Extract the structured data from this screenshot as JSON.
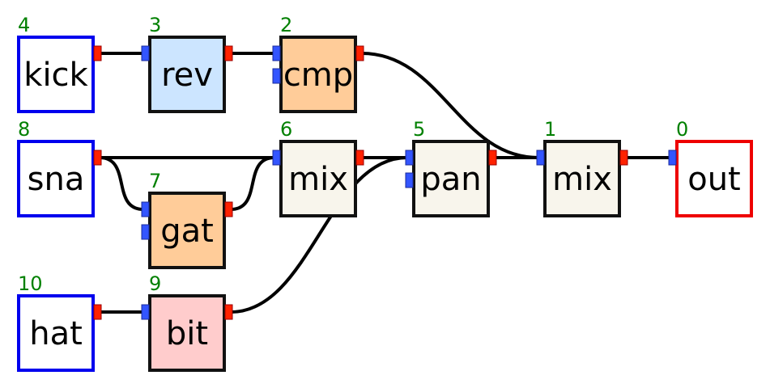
{
  "colors": {
    "source_border": "#0000ee",
    "output_border": "#ee0000",
    "node_border": "#111111",
    "wire": "#000000",
    "id_text": "#008000",
    "in_port": "#3355ff",
    "out_port": "#ff2200"
  },
  "nodes": [
    {
      "key": "kick",
      "id": "4",
      "label": "kick",
      "kind": "source",
      "fill": "#ffffff"
    },
    {
      "key": "rev",
      "id": "3",
      "label": "rev",
      "kind": "fx",
      "fill": "#cce5ff"
    },
    {
      "key": "cmp1",
      "id": "2",
      "label": "cmp",
      "kind": "fx",
      "fill": "#ffcc99"
    },
    {
      "key": "sna",
      "id": "8",
      "label": "sna",
      "kind": "source",
      "fill": "#ffffff"
    },
    {
      "key": "gat",
      "id": "7",
      "label": "gat",
      "kind": "fx",
      "fill": "#ffcc99"
    },
    {
      "key": "mix6",
      "id": "6",
      "label": "mix",
      "kind": "fx",
      "fill": "#f8f5ec"
    },
    {
      "key": "pan",
      "id": "5",
      "label": "pan",
      "kind": "fx",
      "fill": "#f8f5ec"
    },
    {
      "key": "mix1",
      "id": "1",
      "label": "mix",
      "kind": "fx",
      "fill": "#f8f5ec"
    },
    {
      "key": "out",
      "id": "0",
      "label": "out",
      "kind": "output",
      "fill": "#ffffff"
    },
    {
      "key": "hat",
      "id": "10",
      "label": "hat",
      "kind": "source",
      "fill": "#ffffff"
    },
    {
      "key": "bit",
      "id": "9",
      "label": "bit",
      "kind": "fx",
      "fill": "#ffcccc"
    }
  ],
  "edges": [
    {
      "from": "kick",
      "to": "rev"
    },
    {
      "from": "rev",
      "to": "cmp1"
    },
    {
      "from": "cmp1",
      "to": "mix1"
    },
    {
      "from": "sna",
      "to": "mix6"
    },
    {
      "from": "sna",
      "to": "gat"
    },
    {
      "from": "gat",
      "to": "mix6"
    },
    {
      "from": "mix6",
      "to": "pan"
    },
    {
      "from": "pan",
      "to": "mix1"
    },
    {
      "from": "mix1",
      "to": "out"
    },
    {
      "from": "hat",
      "to": "bit"
    },
    {
      "from": "bit",
      "to": "pan"
    }
  ]
}
